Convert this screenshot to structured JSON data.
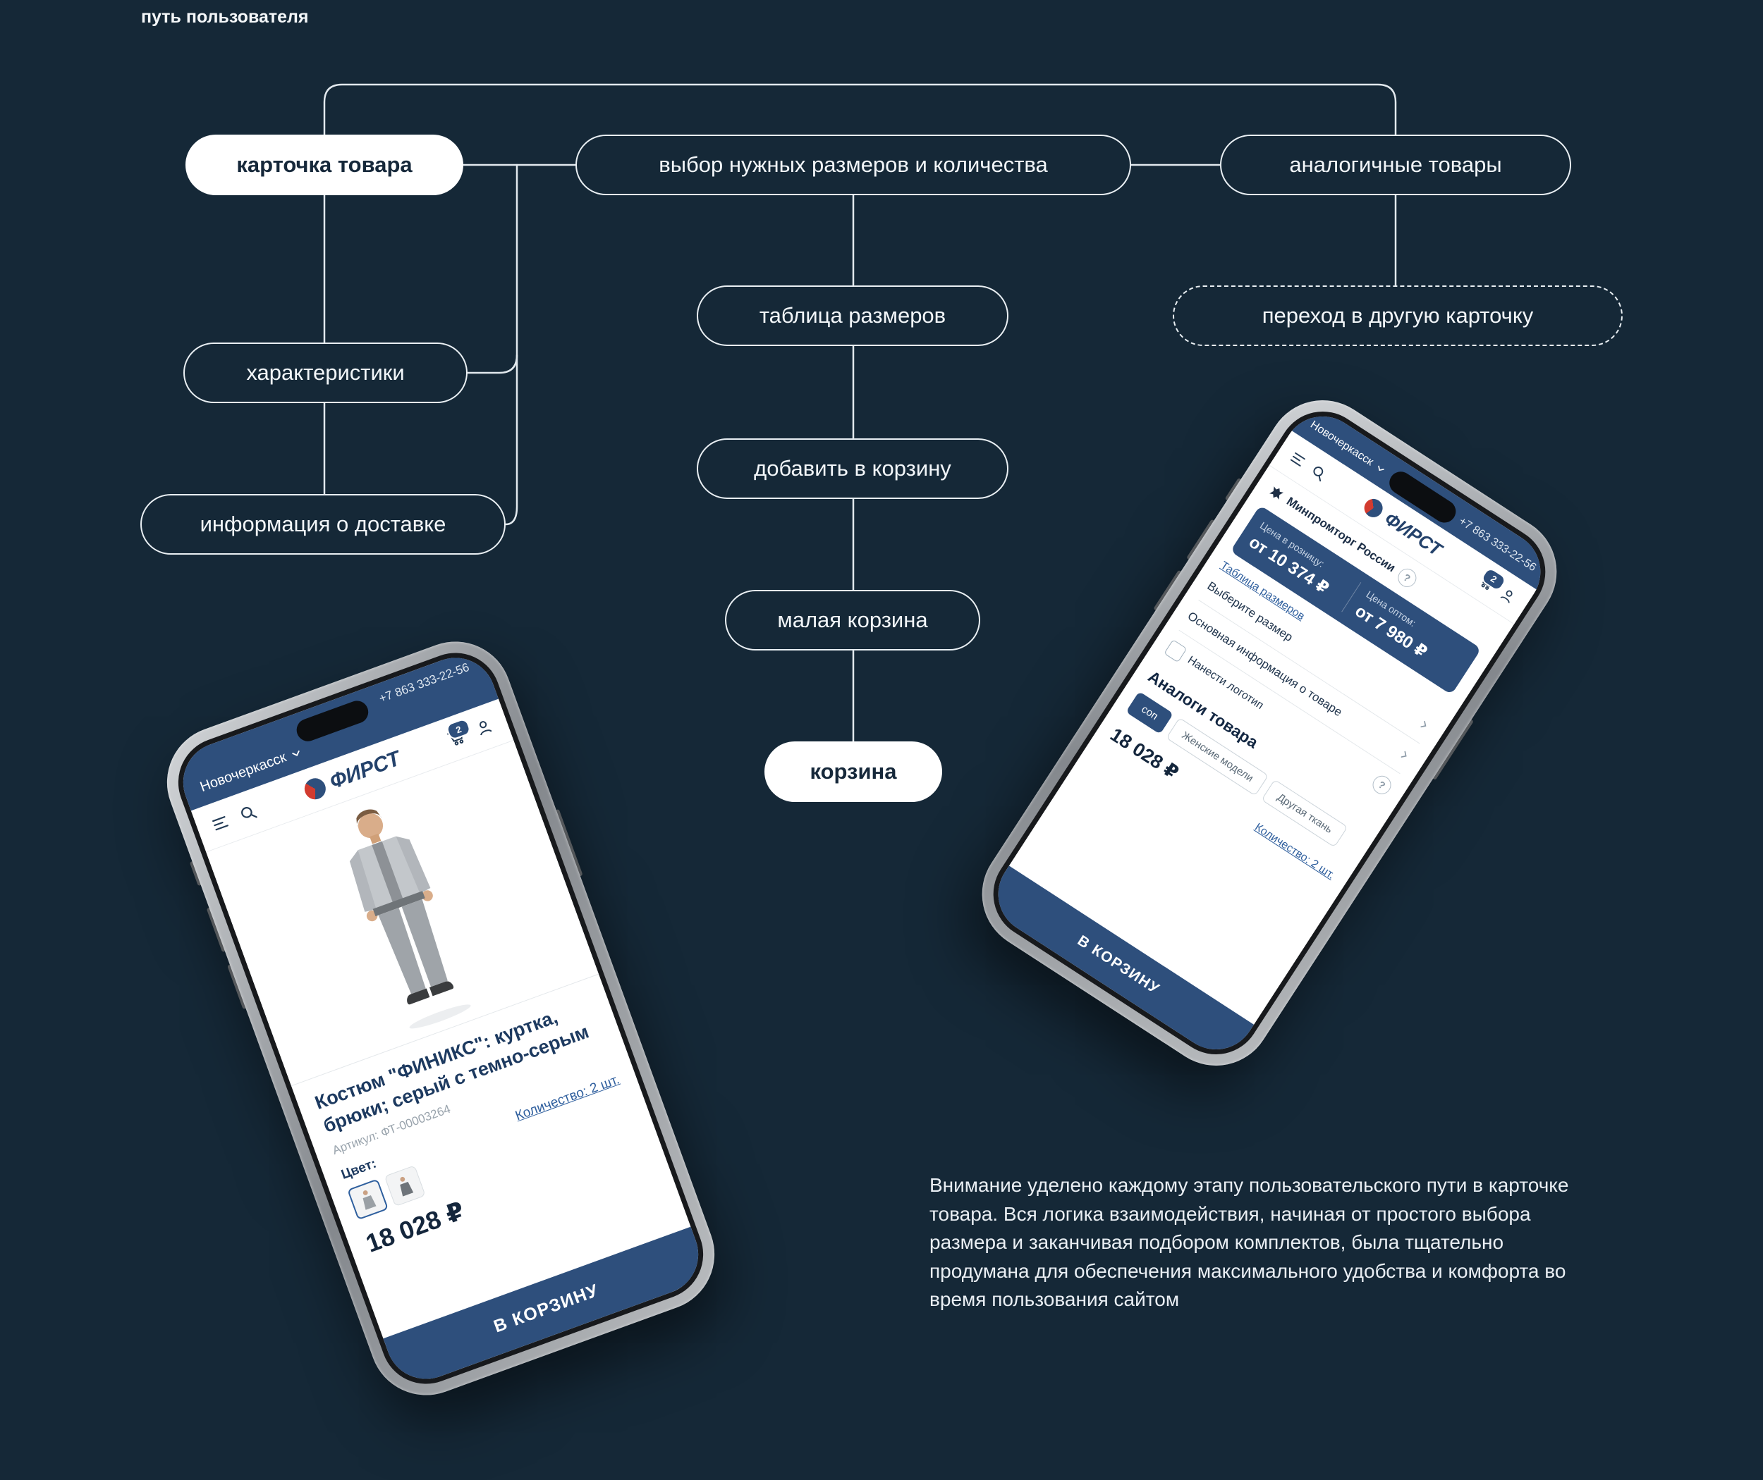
{
  "page": {
    "title": "путь пользователя",
    "note": "Внимание уделено каждому этапу пользовательского пути в карточке товара. Вся логика взаимодействия, начиная от простого выбора размера и заканчивая подбором комплектов, была тщательно продумана для обеспечения максимального удобства и комфорта во время пользования сайтом"
  },
  "colors": {
    "background": "#152837",
    "brand_blue": "#2e4f7c",
    "pill_outline": "#e9eff3",
    "link_blue": "#2f5f9e"
  },
  "flow": {
    "nodes": [
      {
        "label": "карточка товара",
        "style": "filled"
      },
      {
        "label": "выбор нужных размеров и количества",
        "style": "outline"
      },
      {
        "label": "аналогичные товары",
        "style": "outline"
      },
      {
        "label": "таблица размеров",
        "style": "outline"
      },
      {
        "label": "переход в другую карточку",
        "style": "dashed"
      },
      {
        "label": "характеристики",
        "style": "outline"
      },
      {
        "label": "информация о доставке",
        "style": "outline"
      },
      {
        "label": "добавить в корзину",
        "style": "outline"
      },
      {
        "label": "малая корзина",
        "style": "outline"
      },
      {
        "label": "корзина",
        "style": "filled"
      }
    ]
  },
  "phone_left": {
    "phone_number": "+7 863 333-22-56",
    "city": "Новочеркасск",
    "brand": "ФИРСТ",
    "cart_badge": "2",
    "product_title": "Костюм \"ФИНИКС\": куртка, брюки; серый с темно-серым",
    "sku": "Артикул: ФТ-00003264",
    "color_label": "Цвет:",
    "quantity_link": "Количество: 2 шт.",
    "price": "18 028 ₽",
    "add_to_cart": "В КОРЗИНУ"
  },
  "phone_right": {
    "phone_number": "+7 863 333-22-56",
    "city": "Новочеркасск",
    "brand": "ФИРСТ",
    "cart_badge": "2",
    "ministry": "Минпромторг России",
    "retail_label": "Цена в розницу:",
    "retail_price": "от 10 374 ₽",
    "wholesale_label": "Цена оптом:",
    "wholesale_price": "от 7 980 ₽",
    "size_table_link": "Таблица размеров",
    "select_size": "Выберите размер",
    "main_info": "Основная информация о товаре",
    "logo_option": "Нанести логотип",
    "analogs_title": "Аналоги товара",
    "tabs": [
      "соп",
      "Женские модели",
      "Другая ткань"
    ],
    "price": "18 028 ₽",
    "quantity_link": "Количество: 2 шт.",
    "add_to_cart": "В КОРЗИНУ"
  }
}
